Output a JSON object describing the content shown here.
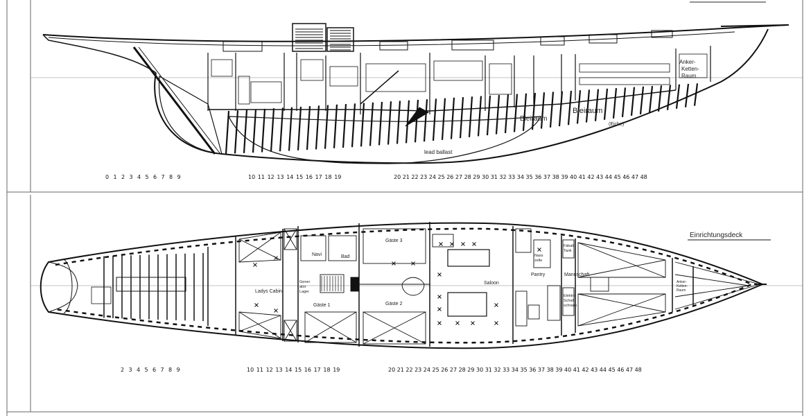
{
  "profile": {
    "labels": {
      "anker": [
        "Anker-",
        "Ketten-",
        "Raum"
      ],
      "bleiraum_big": "Bleiraum",
      "bleiraum_small": "Bleiraum",
      "eiche": "(Eiche)",
      "lead_ballast": "lead ballast"
    },
    "stations_aft": [
      "0",
      "1",
      "2",
      "3",
      "4",
      "5",
      "6",
      "7",
      "8",
      "9"
    ],
    "stations_mid": [
      "10",
      "11",
      "12",
      "13",
      "14",
      "15",
      "16",
      "17",
      "18",
      "19"
    ],
    "stations_fwd": [
      "20",
      "21",
      "22",
      "23",
      "24",
      "25",
      "26",
      "27",
      "28",
      "29",
      "30",
      "31",
      "32",
      "33",
      "34",
      "35",
      "36",
      "37",
      "38",
      "39",
      "40",
      "41",
      "42",
      "43",
      "44",
      "45",
      "46",
      "47",
      "48"
    ]
  },
  "plan": {
    "title": "Einrichtungsdeck",
    "rooms": {
      "navi": "Navi",
      "bad": "Bad",
      "gaste3": "Gäste 3",
      "saloon": "Saloon",
      "ladys_cabin": "Ladys Cabin",
      "gaste1": "Gäste 1",
      "gaste2": "Gäste 2",
      "pantry": "Pantry",
      "mannschaft": "Mannschaft",
      "generator": [
        "Gener",
        "ator",
        "Lager"
      ],
      "nass": [
        "Nass",
        "zelle"
      ],
      "tank": [
        "Fäkali",
        "Tank"
      ],
      "elektro": [
        "Elektro",
        "Schalt",
        "schrank"
      ],
      "anker": [
        "Anker-",
        "Ketten-",
        "Raum"
      ]
    },
    "stations_aft": [
      "2",
      "3",
      "4",
      "5",
      "6",
      "7",
      "8",
      "9"
    ],
    "stations_mid": [
      "10",
      "11",
      "12",
      "13",
      "14",
      "15",
      "16",
      "17",
      "18",
      "19"
    ],
    "stations_fwd": [
      "20",
      "21",
      "22",
      "23",
      "24",
      "25",
      "26",
      "27",
      "28",
      "29",
      "30",
      "31",
      "32",
      "33",
      "34",
      "35",
      "36",
      "37",
      "38",
      "39",
      "40",
      "41",
      "42",
      "43",
      "44",
      "45",
      "46",
      "47",
      "48"
    ]
  },
  "colors": {
    "ink": "#111111",
    "frame": "#555555",
    "paper": "#ffffff"
  }
}
